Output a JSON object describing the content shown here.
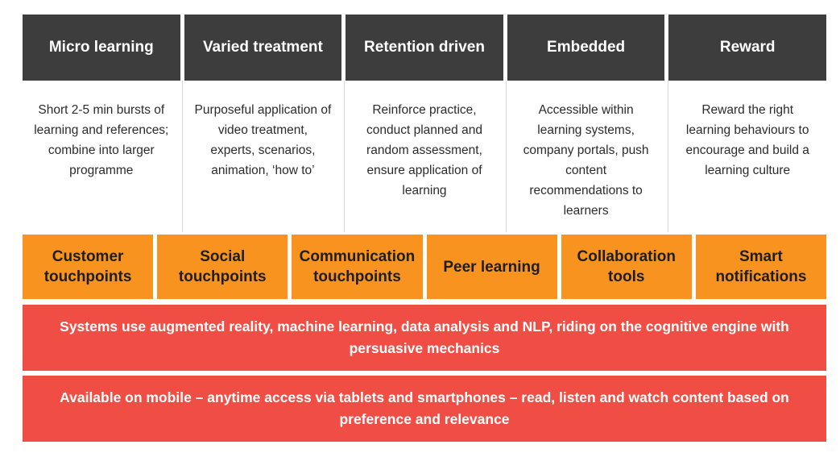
{
  "pillars": [
    {
      "title": "Micro learning",
      "description": "Short 2-5 min bursts of learning and references; combine into larger programme"
    },
    {
      "title": "Varied treatment",
      "description": "Purposeful application of video treatment, experts, scenarios, animation, ‘how to’"
    },
    {
      "title": "Retention driven",
      "description": "Reinforce practice, conduct planned and random assessment, ensure application of learning"
    },
    {
      "title": "Embedded",
      "description": "Accessible within learning systems, company portals, push content recommendations to learners"
    },
    {
      "title": "Reward",
      "description": "Reward the right learning behaviours to encourage and build a learning culture"
    }
  ],
  "touchpoints": [
    {
      "label": "Customer touchpoints"
    },
    {
      "label": "Social touchpoints"
    },
    {
      "label": "Communication touchpoints"
    },
    {
      "label": "Peer learning"
    },
    {
      "label": "Collaboration tools"
    },
    {
      "label": "Smart notifications"
    }
  ],
  "bands": {
    "systems": "Systems use augmented reality, machine learning, data analysis and NLP, riding on the cognitive engine with persuasive mechanics",
    "mobile": "Available on mobile – anytime access via tablets and smartphones – read, listen and watch content based on preference and relevance"
  },
  "colors": {
    "header": "#3d3d3d",
    "touchpoint": "#f7931e",
    "band": "#f04e45"
  }
}
